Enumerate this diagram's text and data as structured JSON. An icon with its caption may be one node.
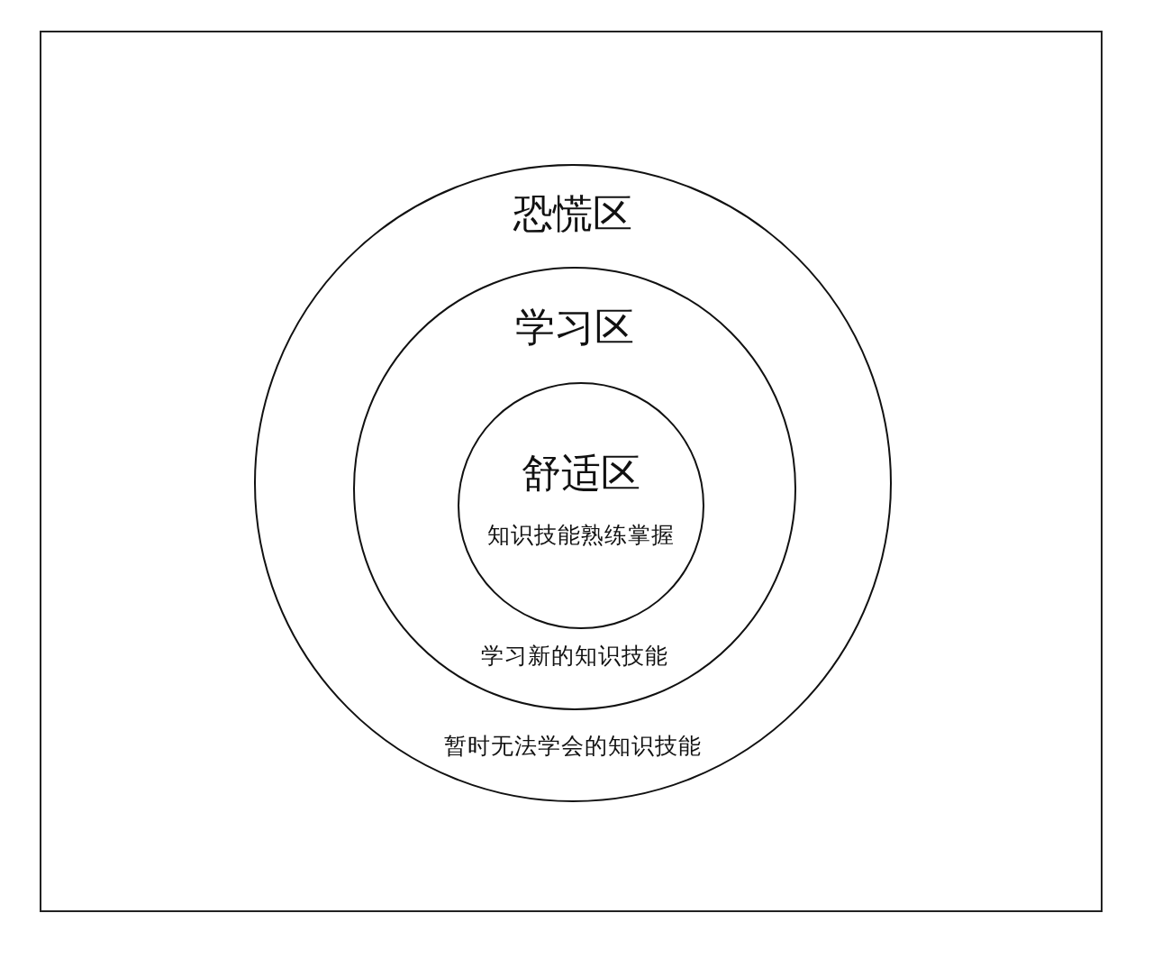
{
  "diagram": {
    "nodes": [
      {
        "text": [
          "恐慌区",
          "暂时无法学会的知识技能"
        ]
      },
      {
        "text": [
          "学习区",
          "学习新的知识技能"
        ],
        "in": 0
      },
      {
        "text": [
          "舒适区",
          "知识技能熟练掌握"
        ],
        "in": 1
      }
    ]
  }
}
